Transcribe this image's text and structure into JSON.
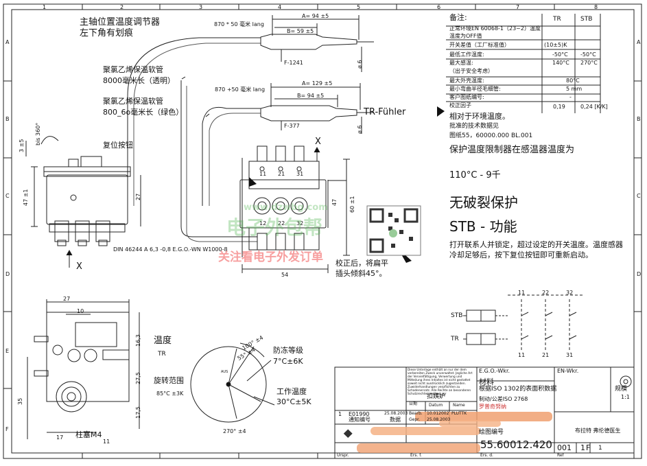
{
  "frame": {
    "cols": [
      "1",
      "2",
      "3",
      "4",
      "5",
      "6",
      "7",
      "8"
    ],
    "rows": [
      "A",
      "B",
      "C",
      "D",
      "E",
      "F"
    ]
  },
  "top_left": {
    "title1": "主轴位置温度调节器",
    "title2": "左下角有划痕",
    "cap1_line1": "聚氯乙烯保温软管",
    "cap1_line2": "8000毫米长（透明）",
    "cap2_line1": "聚氯乙烯保温软管",
    "cap2_line2": "800_6o毫米长（绿色）",
    "reset": "复位按钮",
    "din": "DIN 46244 A 6,3 -0,8 E.G.O.-WN W1000-8",
    "x_arrow": "X",
    "angle": "bis 360°",
    "dim_47": "47 ±1",
    "dim_27v": "27",
    "dim_3": "3 ±5"
  },
  "sensors": {
    "len1": "870 * 50 毫米 lang",
    "len2": "870 +50 毫米 lang",
    "a1": "A= 94 ±5",
    "b1": "B= 59 ±5",
    "f1": "F-1241",
    "a2": "A= 129 ±5",
    "b2": "B= 94 ±5",
    "f2": "F-377",
    "d1": "ø 6",
    "d2": "ø 6",
    "tr_fuehler": "TR-Fühler"
  },
  "front_view": {
    "x": "X",
    "terminals_top": [
      "11",
      "21",
      "31"
    ],
    "terminals_bottom": [
      "12",
      "22",
      "32"
    ],
    "dim_47": "47",
    "dim_60": "60 ±1",
    "dim_54": "54",
    "note1": "校正后，将扁平",
    "note2": "插头倾斜45°。"
  },
  "notes": {
    "header": "备注:",
    "col_tr": "TR",
    "col_stb": "STB",
    "rows": [
      {
        "label": "正常环境EN 60068-1（23~2）温度",
        "tr": "",
        "stb": ""
      },
      {
        "label": "温度为OFF值",
        "tr": "",
        "stb": ""
      },
      {
        "label": "开关差值（工厂标准值）",
        "tr": "(10±5)K",
        "stb": ""
      },
      {
        "label": "最低工作温度:",
        "tr": "-50°C",
        "stb": "-50°C"
      },
      {
        "label": "最大感温:",
        "tr": "140°C",
        "stb": "270°C"
      },
      {
        "label": "（出于安全考虑）",
        "tr": "",
        "stb": ""
      },
      {
        "label": "最大外壳温度:",
        "tr": "80°C",
        "stb": ""
      },
      {
        "label": "最小弯曲半径毛细管:",
        "tr": "5 mm",
        "stb": ""
      },
      {
        "label": "客户图纸编号:",
        "tr": "-",
        "stb": ""
      },
      {
        "label": "校正因子",
        "tr": "0,19",
        "stb": "0,24    [K/K]"
      }
    ],
    "relative": "相对于环境温度。",
    "approved": "批准的技术数据见",
    "drawing": "图纸55，60000.000 BL.001"
  },
  "protection": {
    "line1": "保护温度限制器在感温器温度为",
    "line2": "110°C - 9千",
    "no_break": "无破裂保护",
    "stb": "STB - 功能",
    "desc1": "打开联系人并锁定，超过设定的开关温度。温度感器",
    "desc2": "冷却足够后，按下复位按钮即可重新启动。"
  },
  "schematic": {
    "stb": "STB",
    "tr": "TR",
    "top_nums": [
      "11",
      "22",
      "32"
    ],
    "bottom_nums": [
      "11",
      "21",
      "31"
    ]
  },
  "bottom_left": {
    "temp": "温度",
    "tr": "TR",
    "range": "旋转范围",
    "range_val": "85°C ±3K",
    "plug": "柱塞M4",
    "dim_27": "27",
    "dim_10": "10",
    "dim_163": "16,3",
    "dim_275": "27,5",
    "dim_175": "17,5",
    "dim_35": "35",
    "dim_17": "17",
    "dim_11": "11"
  },
  "dial": {
    "frost": "防冻等级",
    "frost_val": "7°C±6K",
    "work": "工作温度",
    "work_val": "30°C±5K",
    "a100": "100° ±4",
    "a55": "55° ±4",
    "a270": "270° ±4",
    "aus": "AUS"
  },
  "title_block": {
    "legal": "Diese Unterlage enthält an nur der dem verbereiten Zweck unverwaltet. Jegliche Art der Vervielfältigung, Verwertung und Mitteilung ihres Inhaltes ist nicht gestattet soweit nicht ausdrücklich zugestanden. Zuwiderhandlungen verpflichten zu Schadenersatz. Alle Rechte an besonderen Schutzrechten bleiben vor",
    "ego": "E.G.O.-Wkr.",
    "en": "EN-Wkr.",
    "material": "材料",
    "iso1302": "根据ISO 1302的表面积数据",
    "iso2768": "制动/公差ISO 2768",
    "scale_lbl": "规模",
    "scale": "1:1",
    "dict": "罗普奇努纳",
    "drawing_no_lbl": "绘图编号",
    "drawing_no": "55.60012.420",
    "rev": "001",
    "sheet": "1",
    "format": "F",
    "ref": "1",
    "change_no": "1",
    "change_code": "E01990",
    "notice": "通知编号",
    "date1": "25.08.2003",
    "data": "数据",
    "date2": "10.012002",
    "date3": "25.08.2003",
    "sheetdate_lbl": "日期",
    "name1": "PLUTTK",
    "fuqi": "扣姨妒",
    "person": "布拉特 弗伦德医生",
    "bearb": "Bearb.",
    "gepr": "Gepr.",
    "datum": "Datum",
    "name": "Name",
    "urspr": "Urspr.",
    "ers_f": "Ers. f.",
    "ers_d": "Ers. d.",
    "ref_lbl": "Ref"
  },
  "watermark": {
    "site": "www.dzwbg.com",
    "brand": "电子外包帮",
    "slogan": "关注看电子外发订单"
  }
}
